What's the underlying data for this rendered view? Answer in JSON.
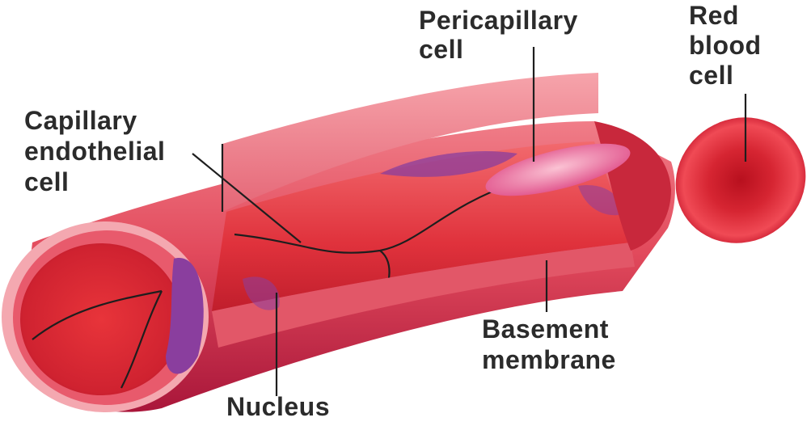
{
  "labels": {
    "pericapillary": [
      "Pericapillary",
      "cell"
    ],
    "red_blood_cell": [
      "Red",
      "blood",
      "cell"
    ],
    "endothelial": [
      "Capillary",
      "endothelial",
      "cell"
    ],
    "basement": [
      "Basement",
      "membrane"
    ],
    "nucleus": [
      "Nucleus"
    ]
  },
  "colors": {
    "vessel_dark": "#b81c3a",
    "vessel_mid": "#e04a5f",
    "vessel_light": "#f2909a",
    "lumen": "#d42a34",
    "nucleus": "#8a3e9e",
    "pericyte": "#e85a8c",
    "rbc": "#d8202c"
  }
}
